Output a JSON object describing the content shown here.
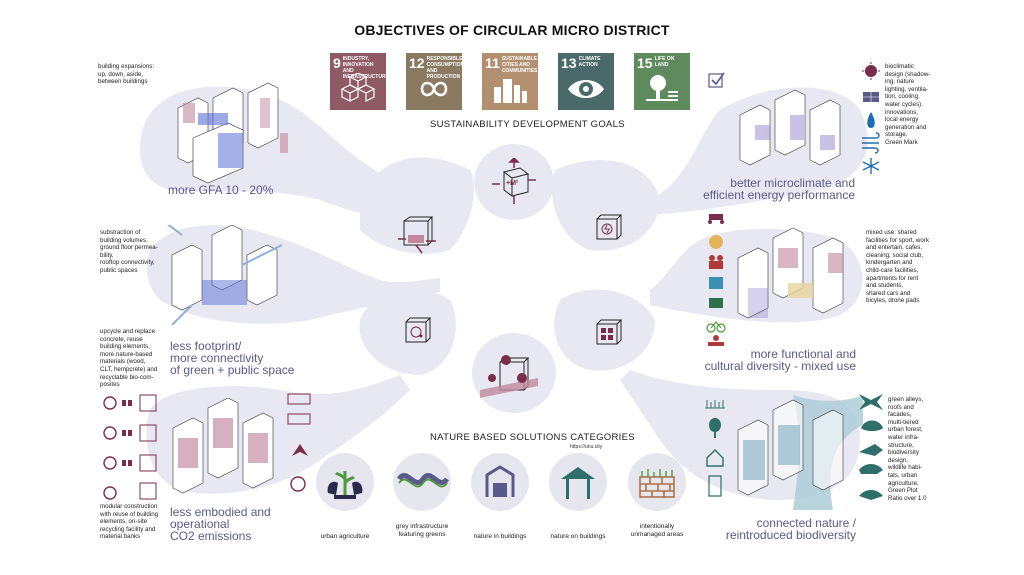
{
  "title": "OBJECTIVES OF CIRCULAR MICRO DISTRICT",
  "sdg_heading": "SUSTAINABILITY DEVELOPMENT GOALS",
  "sdgs": [
    {
      "num": "9",
      "label": "INDUSTRY, INNOVATION AND INFRASTRUCTURE",
      "color": "#8e5a64"
    },
    {
      "num": "12",
      "label": "RESPONSIBLE CONSUMPTION AND PRODUCTION",
      "color": "#8a7a62"
    },
    {
      "num": "11",
      "label": "SUSTAINABLE CITIES AND COMMUNITIES",
      "color": "#b2906f"
    },
    {
      "num": "13",
      "label": "CLIMATE ACTION",
      "color": "#4a6a6a"
    },
    {
      "num": "15",
      "label": "LIFE ON LAND",
      "color": "#5e8a5e"
    }
  ],
  "objectives": {
    "gfa": "more GFA 10 - 20%",
    "microclimate_1": "better  microclimate and",
    "microclimate_2": "efficient energy performance",
    "footprint_1": "less footprint/",
    "footprint_2": "more connectivity",
    "footprint_3": "of green + public space",
    "mixed_1": "more functional and",
    "mixed_2": "cultural diversity - mixed use",
    "co2_1": "less embodied and",
    "co2_2": "operational",
    "co2_3": "CO2 emissions",
    "nature_1": "connected nature /",
    "nature_2": "reintroduced biodiversity"
  },
  "notes": {
    "expansions": [
      "building expansions:",
      "up, down, aside,",
      "between buildings"
    ],
    "subtraction": [
      "substraction of",
      "building volumes,",
      "ground floor permea-",
      "bility,",
      "rooftop connectivity,",
      "public spaces"
    ],
    "upcycle": [
      "upcycle and replace",
      "concrete, reuse",
      "building elements,",
      "more nature-based",
      "materials  (wood,",
      "CLT, hempcrete) and",
      "recyclable bio-com-",
      "posites"
    ],
    "modular": [
      "modular construction",
      "with reuse of building",
      "elements, on-site",
      "recycling facility and",
      "material banks"
    ],
    "bioclimatic": [
      "bioclimatic",
      "design (shadow-",
      "ing, nature",
      "lighting, ventila-",
      "tion, cooling,",
      "water cycles).",
      "innovations,",
      "local energy",
      "generation and",
      "storage,",
      "Green Mark"
    ],
    "mixed_use": [
      "mixed use: shared",
      "facilities for sport, work",
      "and entertain.  cafes,",
      "cleaning, social club,",
      "kindergarten and",
      "child-care facilities,",
      "apartments for rent",
      "and students,",
      "shared cars and",
      "bicyles, drone pads"
    ],
    "green": [
      "green alleys,",
      "roofs and",
      "facades,",
      "multi-tiered",
      "urban forest,",
      "water infra-",
      "structure,",
      "biodiversity",
      "design,",
      "wildlife habi-",
      "tats, urban",
      "agriculture,",
      "Green Plot",
      "Ratio over 1.0"
    ]
  },
  "nbs_heading": "NATURE BASED SOLUTIONS CATEGORIES",
  "nbs_source": "https://unu.city",
  "nbs": [
    {
      "label_1": "urban agriculture",
      "label_2": ""
    },
    {
      "label_1": "grey infrastructure",
      "label_2": "featuring greens"
    },
    {
      "label_1": "nature in buildings",
      "label_2": ""
    },
    {
      "label_1": "nature on buildings",
      "label_2": ""
    },
    {
      "label_1": "intentionally",
      "label_2": "unmanaged areas"
    }
  ],
  "center_m2": "+M²",
  "colors": {
    "lavender": "#e8e8f2",
    "maroon": "#7a2d4a",
    "purple": "#5a5a8a",
    "teal": "#2f6f6a",
    "blue": "#5b6fd6"
  }
}
